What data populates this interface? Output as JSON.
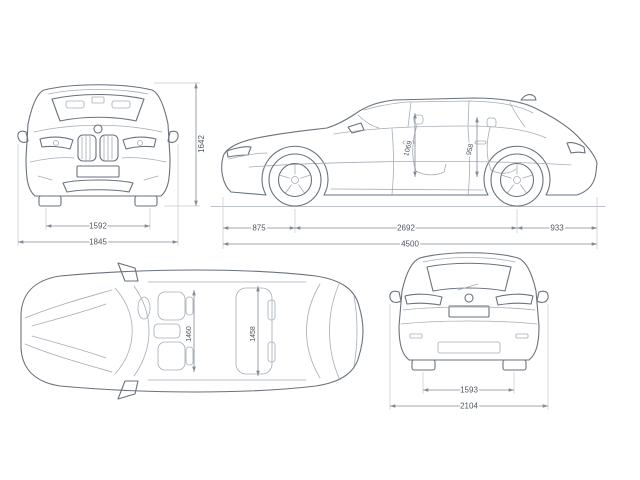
{
  "front_view": {
    "track_width": "1592",
    "overall_width": "1845",
    "overall_height": "1642"
  },
  "side_view": {
    "front_overhang": "875",
    "wheelbase": "2692",
    "rear_overhang": "933",
    "overall_length": "4500",
    "front_interior_height": "1069",
    "rear_interior_height": "958"
  },
  "top_view": {
    "front_interior_width": "1460",
    "rear_interior_width": "1458"
  },
  "rear_view": {
    "track_width": "1593",
    "overall_width_incl_mirrors": "2104"
  }
}
